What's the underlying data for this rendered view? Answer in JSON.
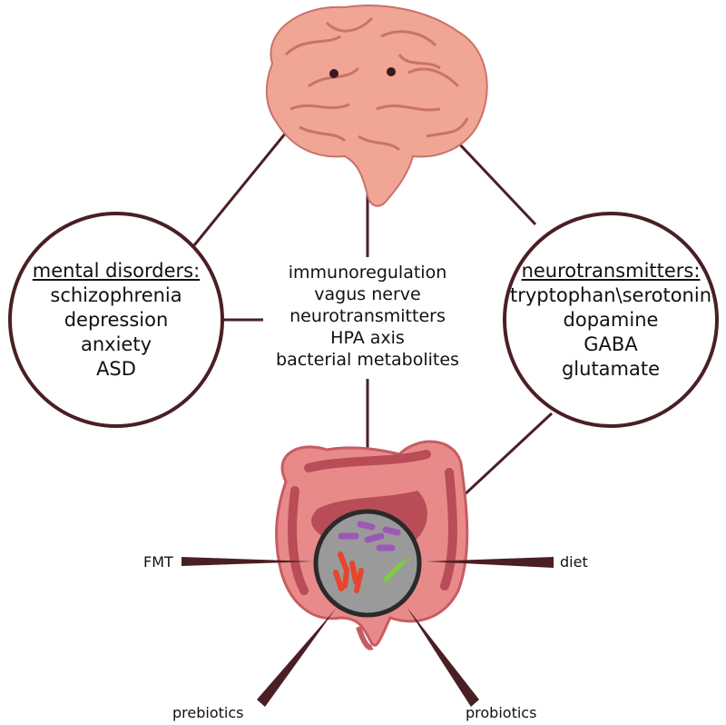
{
  "left_circle": {
    "heading": "mental disorders:",
    "items": [
      "schizophrenia",
      "depression",
      "anxiety",
      "ASD"
    ]
  },
  "right_circle": {
    "heading": "neurotransmitters:",
    "items": [
      "tryptophan\\serotonin",
      "dopamine",
      "GABA",
      "glutamate"
    ]
  },
  "center_mechanisms": [
    "immunoregulation",
    "vagus nerve",
    "neurotransmitters",
    "HPA axis",
    "bacterial metabolites"
  ],
  "interventions": {
    "fmt": "FMT",
    "diet": "diet",
    "prebiotics": "prebiotics",
    "probiotics": "probiotics"
  },
  "colors": {
    "line": "#4a1f24",
    "brain": "#f0a595",
    "brain_stroke": "#c9726a",
    "intestine": "#e98a8a",
    "intestine_dark": "#b84c57",
    "inset_bg": "#9a9a9a",
    "bacteria_purple": "#9b59b6",
    "bacteria_red": "#e8452c",
    "bacteria_green": "#7ccf3a"
  },
  "icons": [
    "brain-illustration",
    "intestine-illustration",
    "microbiota-inset"
  ]
}
